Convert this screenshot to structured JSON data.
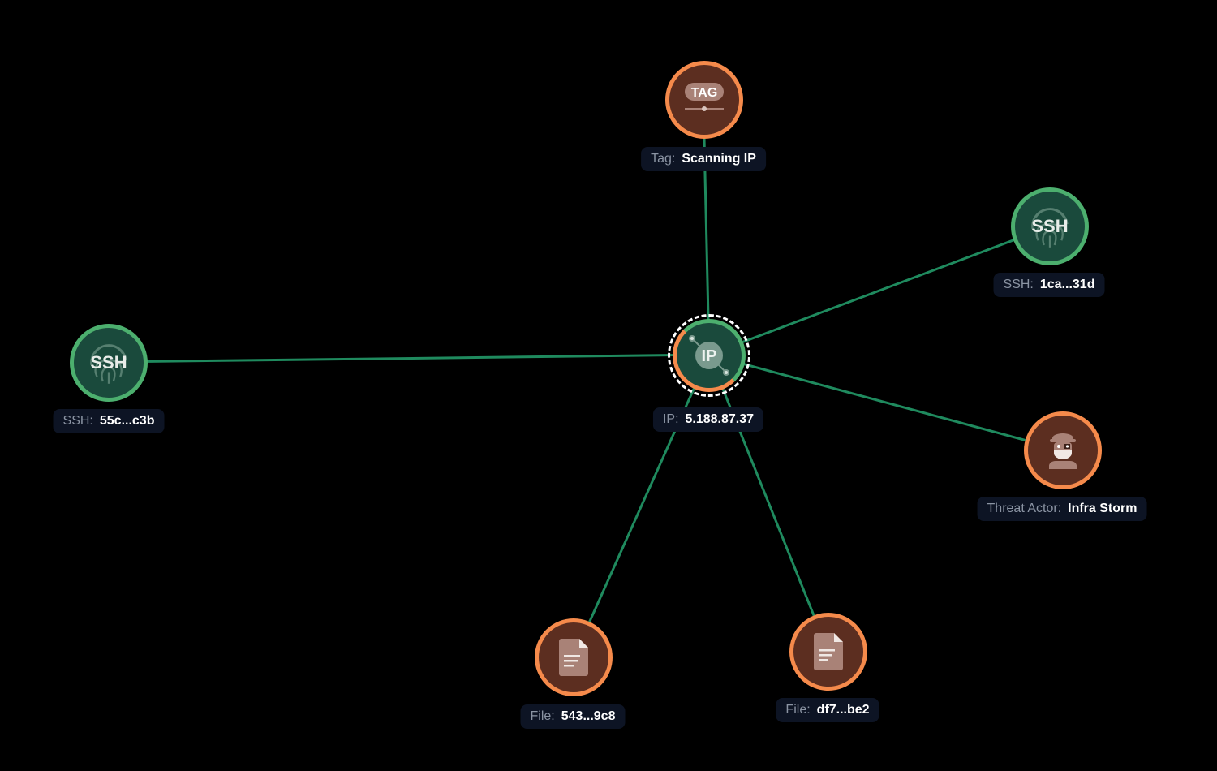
{
  "colors": {
    "edge": "#1f8a5e",
    "orange_ring": "#f58a4b",
    "orange_fill": "#5c2e20",
    "green_ring": "#4caf6e",
    "green_fill": "#1a4a3c",
    "label_bg": "#0d1424"
  },
  "nodes": {
    "ip": {
      "type": "IP",
      "key": "IP:",
      "value": "5.188.87.37",
      "icon": "ip-icon"
    },
    "tag": {
      "type": "Tag",
      "key": "Tag:",
      "value": "Scanning IP",
      "icon": "tag-icon",
      "icon_text": "TAG"
    },
    "ssh_right": {
      "type": "SSH",
      "key": "SSH:",
      "value": "1ca...31d",
      "icon": "fingerprint-icon",
      "icon_text": "SSH"
    },
    "ssh_left": {
      "type": "SSH",
      "key": "SSH:",
      "value": "55c...c3b",
      "icon": "fingerprint-icon",
      "icon_text": "SSH"
    },
    "threat_actor": {
      "type": "Threat Actor",
      "key": "Threat Actor:",
      "value": "Infra Storm",
      "icon": "threat-actor-icon"
    },
    "file1": {
      "type": "File",
      "key": "File:",
      "value": "543...9c8",
      "icon": "file-icon"
    },
    "file2": {
      "type": "File",
      "key": "File:",
      "value": "df7...be2",
      "icon": "file-icon"
    }
  },
  "ip_icon_text": "IP"
}
